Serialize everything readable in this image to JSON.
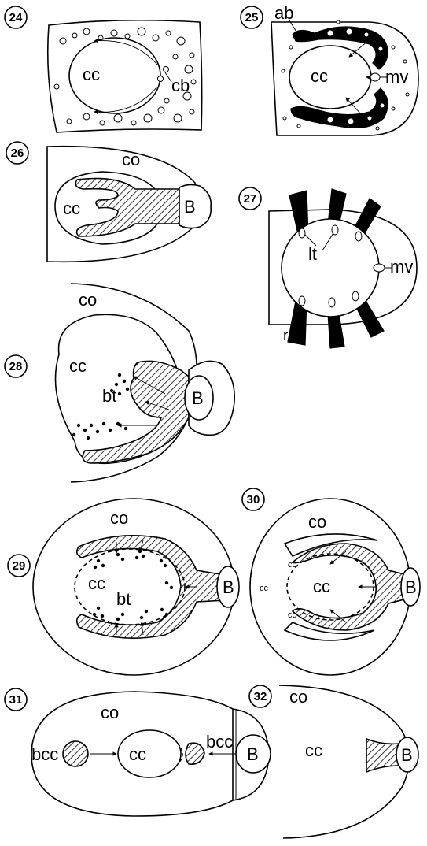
{
  "panels": {
    "p24": {
      "number": "24",
      "labels": {
        "cc": "cc",
        "cb": "cb"
      }
    },
    "p25": {
      "number": "25",
      "labels": {
        "ab": "ab",
        "cc": "cc",
        "mv": "mv"
      }
    },
    "p26": {
      "number": "26",
      "labels": {
        "co": "co",
        "cc": "cc",
        "B": "B"
      }
    },
    "p27": {
      "number": "27",
      "labels": {
        "lt": "lt",
        "mv": "mv",
        "r": "r"
      }
    },
    "p28": {
      "number": "28",
      "labels": {
        "co": "co",
        "cc": "cc",
        "bt": "bt",
        "B": "B"
      }
    },
    "p29": {
      "number": "29",
      "labels": {
        "co": "co",
        "cc": "cc",
        "bt": "bt",
        "B": "B"
      }
    },
    "p30": {
      "number": "30",
      "labels": {
        "co": "co",
        "cc_center": "cc",
        "cc_top": "cc",
        "cc_left": "cc",
        "cc_bottom": "cc",
        "B": "B"
      }
    },
    "p31": {
      "number": "31",
      "labels": {
        "co": "co",
        "cc": "cc",
        "bcc_left": "bcc",
        "bcc_right": "bcc",
        "B": "B"
      }
    },
    "p32": {
      "number": "32",
      "labels": {
        "co": "co",
        "cc": "cc",
        "B": "B"
      }
    }
  }
}
